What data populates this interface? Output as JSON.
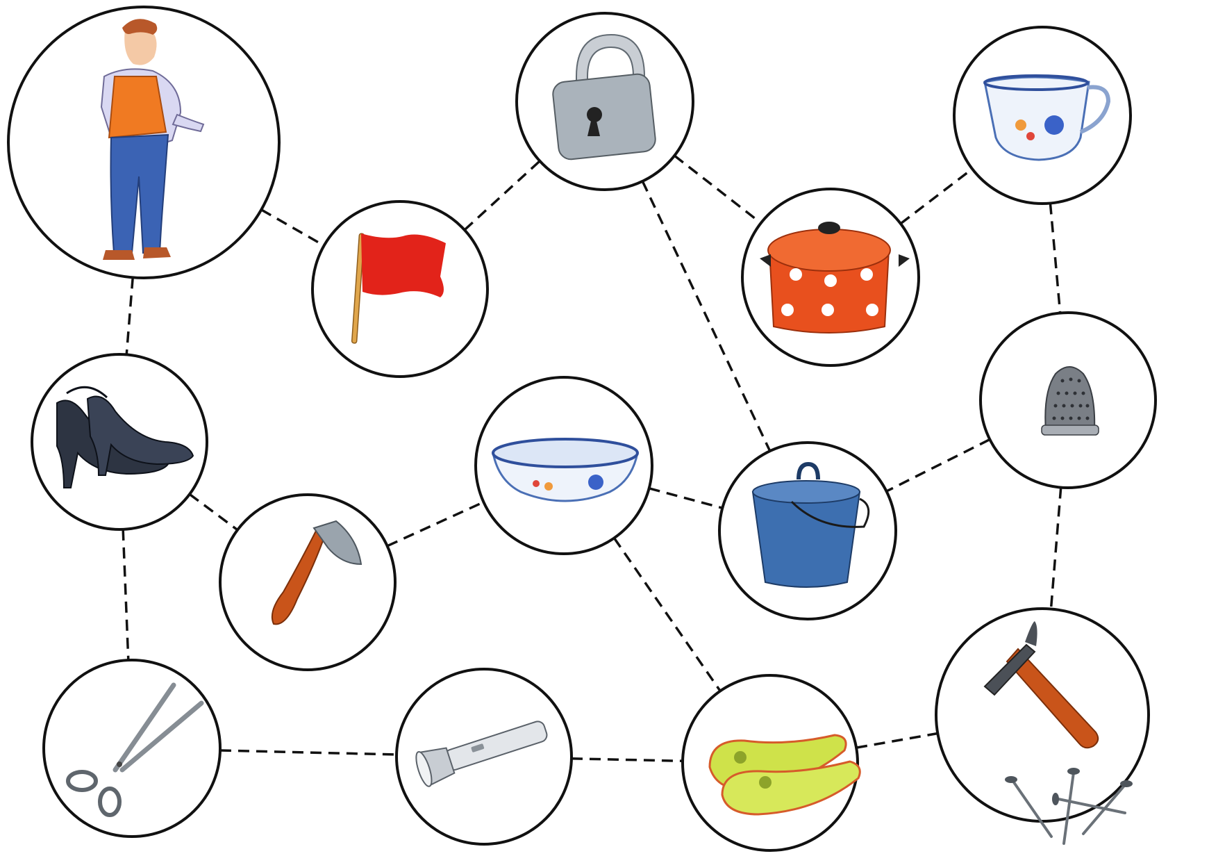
{
  "nodes": [
    {
      "id": "boy",
      "icon": "boy-icon"
    },
    {
      "id": "flag",
      "icon": "red-flag-icon"
    },
    {
      "id": "padlock",
      "icon": "padlock-icon"
    },
    {
      "id": "teacup",
      "icon": "teacup-icon"
    },
    {
      "id": "pot",
      "icon": "cooking-pot-icon"
    },
    {
      "id": "shoes",
      "icon": "high-heel-shoes-icon"
    },
    {
      "id": "bowl",
      "icon": "bowl-icon"
    },
    {
      "id": "thimble",
      "icon": "thimble-icon"
    },
    {
      "id": "bucket",
      "icon": "bucket-icon"
    },
    {
      "id": "axe",
      "icon": "axe-icon"
    },
    {
      "id": "scissors",
      "icon": "scissors-icon"
    },
    {
      "id": "flashlight",
      "icon": "flashlight-icon"
    },
    {
      "id": "slippers",
      "icon": "slippers-icon"
    },
    {
      "id": "hammer",
      "icon": "hammer-and-nails-icon"
    }
  ],
  "edges": [
    [
      "boy",
      "flag"
    ],
    [
      "flag",
      "padlock"
    ],
    [
      "padlock",
      "pot"
    ],
    [
      "padlock",
      "bucket"
    ],
    [
      "pot",
      "teacup"
    ],
    [
      "teacup",
      "thimble"
    ],
    [
      "thimble",
      "bucket"
    ],
    [
      "thimble",
      "hammer"
    ],
    [
      "boy",
      "shoes"
    ],
    [
      "shoes",
      "axe"
    ],
    [
      "shoes",
      "scissors"
    ],
    [
      "axe",
      "bowl"
    ],
    [
      "bowl",
      "bucket"
    ],
    [
      "bowl",
      "slippers"
    ],
    [
      "scissors",
      "flashlight"
    ],
    [
      "flashlight",
      "slippers"
    ],
    [
      "slippers",
      "hammer"
    ]
  ],
  "colors": {
    "line": "#111111",
    "flag": "#e2231a",
    "pot": "#e8501e",
    "bucket": "#3d6fb0",
    "vest": "#f07a22",
    "jeans": "#3b63b4",
    "slipper": "#cfe24a",
    "handle": "#c9541a"
  }
}
